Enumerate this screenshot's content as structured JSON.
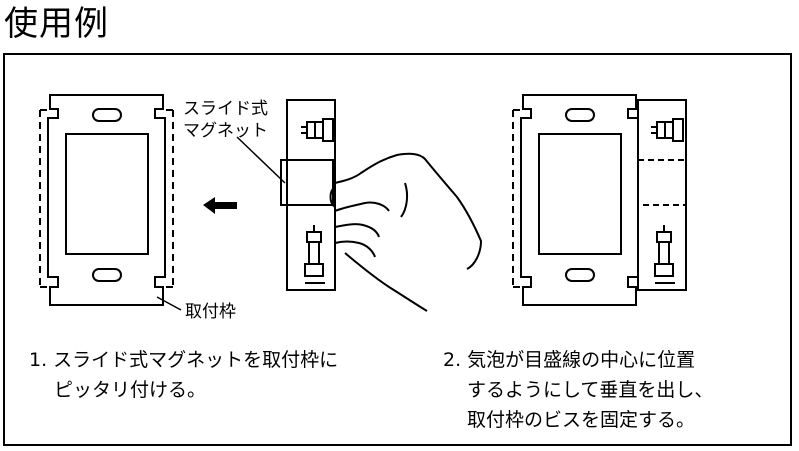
{
  "title": "使用例",
  "labels": {
    "magnet_line1": "スライド式",
    "magnet_line2": "マグネット",
    "frame": "取付枠"
  },
  "captions": {
    "step1_line1": "1. スライド式マグネットを取付枠に",
    "step1_line2": "ピッタリ付ける。",
    "step2_line1": "2. 気泡が目盛線の中心に位置",
    "step2_line2": "するようにして垂直を出し、",
    "step2_line3": "取付枠のビスを固定する。"
  }
}
